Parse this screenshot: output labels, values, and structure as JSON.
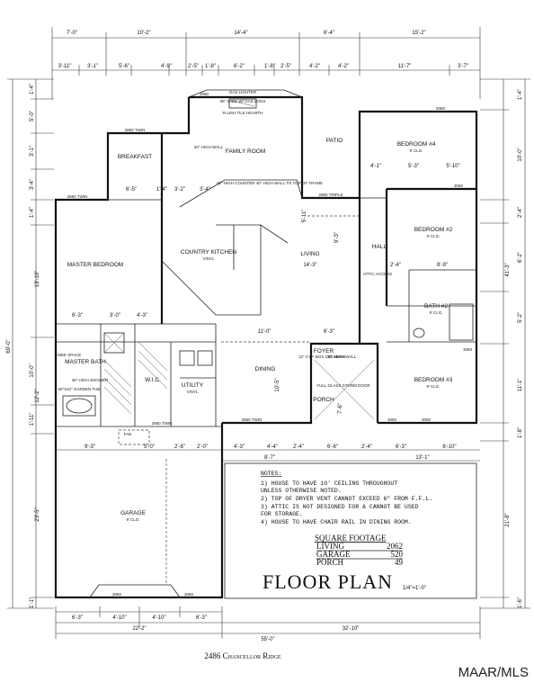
{
  "plan": {
    "title": "FLOOR PLAN",
    "scale": "1/4\"=1'-0\"",
    "address": "2486 Chancellor Ridge",
    "watermark": "MAAR/MLS"
  },
  "dims_top": {
    "row1": [
      "7'-0\"",
      "10'-2\"",
      "14'-4\"",
      "6'-4\"",
      "15'-2\""
    ],
    "row2": [
      "3'-11\"",
      "3'-1\"",
      "5'-6\"",
      "4'-9\"",
      "2'-5\"",
      "1'-8\"",
      "6'-2\"",
      "1'-8\"",
      "2'-5\"",
      "4'-2\"",
      "4'-2\"",
      "11'-7\"",
      "3'-7\""
    ]
  },
  "dims_bottom": {
    "row1": [
      "6'-3\"",
      "4'-10\"",
      "4'-10\"",
      "6'-3\""
    ],
    "row2": [
      "22'-2\"",
      "32'-10\""
    ],
    "row3": [
      "55'-0\""
    ]
  },
  "dims_left": {
    "outer": "69'-0\"",
    "segments": [
      "1'-4\"",
      "5'-0\"",
      "3'-1\"",
      "3'-4\"",
      "1'-4\"",
      "13'-10\"",
      "10'-0\"",
      "12'-2\"",
      "1'-11\"",
      "23'-5\"",
      "1'-1\""
    ]
  },
  "dims_right": {
    "outer": "41'-3\"",
    "segments": [
      "1'-4\"",
      "10'-0\"",
      "2'-4\"",
      "6'-2\"",
      "5'-2\"",
      "11'-1\"",
      "1'-8\"",
      "21'-8\"",
      "1'-6\""
    ]
  },
  "dims_mid": {
    "garage_row": [
      "9'-3\"",
      "5'-0\"",
      "2'-8\"",
      "2'-0\"",
      "4'-3\"",
      "4'-4\"",
      "2'-4\"",
      "6'-6\"",
      "2'-4\"",
      "6'-3\"",
      "6'-10\""
    ],
    "garage_row2": [
      "8'-7\"",
      "13'-1\""
    ],
    "interior": [
      "6'-5\"",
      "1'-4\"",
      "3'-2\"",
      "3'-4\"",
      "5'-11\"",
      "14'-3\"",
      "6'-3\"",
      "3'-0\"",
      "4'-3\"",
      "11'-0\"",
      "6'-3\"",
      "9'-3\"",
      "8'-9\"",
      "4'-1\"",
      "5'-3\"",
      "5'-10\"",
      "2'-4\"",
      "10'-5\"",
      "7'-6\""
    ]
  },
  "rooms": [
    {
      "name": "FAMILY ROOM",
      "ceiling": ""
    },
    {
      "name": "BREAKFAST",
      "ceiling": ""
    },
    {
      "name": "PATIO",
      "ceiling": ""
    },
    {
      "name": "BEDROOM #4",
      "ceiling": "9' CLG."
    },
    {
      "name": "BEDROOM #2",
      "ceiling": "9' CLG."
    },
    {
      "name": "HALL",
      "ceiling": ""
    },
    {
      "name": "MASTER BEDROOM",
      "ceiling": ""
    },
    {
      "name": "COUNTRY KITCHEN",
      "ceiling": "VINYL"
    },
    {
      "name": "LIVING",
      "ceiling": ""
    },
    {
      "name": "BATH #2",
      "ceiling": "9' CLG."
    },
    {
      "name": "MASTER BATH",
      "ceiling": ""
    },
    {
      "name": "W.I.C.",
      "ceiling": ""
    },
    {
      "name": "UTILITY",
      "ceiling": "VINYL"
    },
    {
      "name": "DINING",
      "ceiling": ""
    },
    {
      "name": "FOYER",
      "ceiling": ""
    },
    {
      "name": "PORCH",
      "ceiling": ""
    },
    {
      "name": "BEDROOM #3",
      "ceiling": "9' CLG."
    },
    {
      "name": "GARAGE",
      "ceiling": "9' CLG."
    }
  ],
  "annotations": {
    "gas_logs": "36\" WIDE\nW/ GAS LOGS",
    "flush_tile": "FLUSH TILE HEARTH",
    "gas_lighter": "GAS LIGHTER",
    "breakfast_bar": "30\" HIGH\nWALL",
    "coffered": "42\" HIGH COUNTER\n40\" HIGH WALL\nTO TOP OF FRAME",
    "garden_tub": "60\"X42\"\nGARDEN TUB",
    "shower": "36\" HIGH\nSHOWER",
    "knee_space": "KNEE\nSPACE",
    "full_glass": "FULL GLASS STORM DOOR",
    "columns": "12\" CYP. BOX\nCOLUMNS",
    "wall_30": "30\" HIGH\nWALL",
    "attic": "ATTIC\nACCESS"
  },
  "notes": {
    "heading": "NOTES:",
    "items": [
      "1) HOUSE TO HAVE 10' CEILING THROUGHOUT",
      "   UNLESS OTHERWISE NOTED.",
      "2) TOP OF DRYER VENT CANNOT EXCEED 6\" FROM F.F.L.",
      "3) ATTIC IS NOT DESIGNED FOR & CANNOT BE USED",
      "   FOR STORAGE.",
      "4) HOUSE TO HAVE CHAIR RAIL IN DINING ROOM."
    ]
  },
  "square_footage": {
    "heading": "SQUARE FOOTAGE",
    "rows": [
      {
        "label": "LIVING",
        "value": "2062"
      },
      {
        "label": "GARAGE",
        "value": "520"
      },
      {
        "label": "PORCH",
        "value": "49"
      }
    ]
  },
  "windows": [
    "3060",
    "2860 TWIN",
    "2860 TWIN",
    "3060",
    "3060",
    "2860 TRIPLE",
    "2860 TWIN",
    "3060",
    "3060",
    "2860 TWIN",
    "3060",
    "3060",
    "3060"
  ],
  "garage_label": "FAN"
}
